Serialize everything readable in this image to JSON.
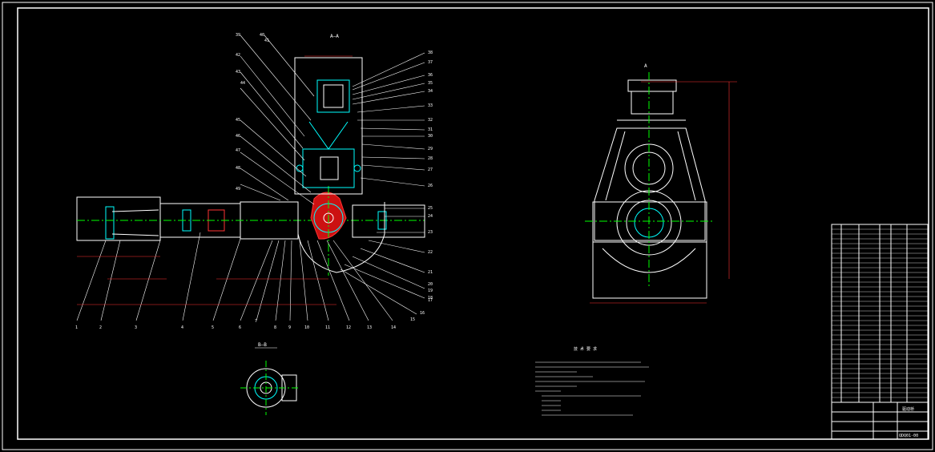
{
  "drawing": {
    "section_aa_label": "A—A",
    "section_bb_label": "B—B",
    "view_a_label": "A",
    "notes_title": "技 术 要 求",
    "title_block_name": "驱动桥",
    "title_block_code": "QDQ01-00"
  },
  "balloons_left": [
    "1",
    "2",
    "3",
    "4",
    "5",
    "6",
    "7",
    "8",
    "9",
    "10",
    "11",
    "12",
    "13",
    "14",
    "15",
    "16",
    "17"
  ],
  "balloons_right": [
    "38",
    "37",
    "36",
    "35",
    "34",
    "33",
    "32",
    "31",
    "30",
    "29",
    "28",
    "27",
    "26",
    "25",
    "24",
    "23",
    "22",
    "21",
    "20",
    "19",
    "18"
  ],
  "balloons_top": [
    "39",
    "40",
    "41",
    "42",
    "43",
    "44",
    "45",
    "46",
    "47",
    "48",
    "49"
  ],
  "colors": {
    "background": "#000000",
    "outline": "#ffffff",
    "section": "#00ffff",
    "hidden": "#00ff00",
    "hatch": "#ff2222",
    "dimension": "#ff3333"
  }
}
